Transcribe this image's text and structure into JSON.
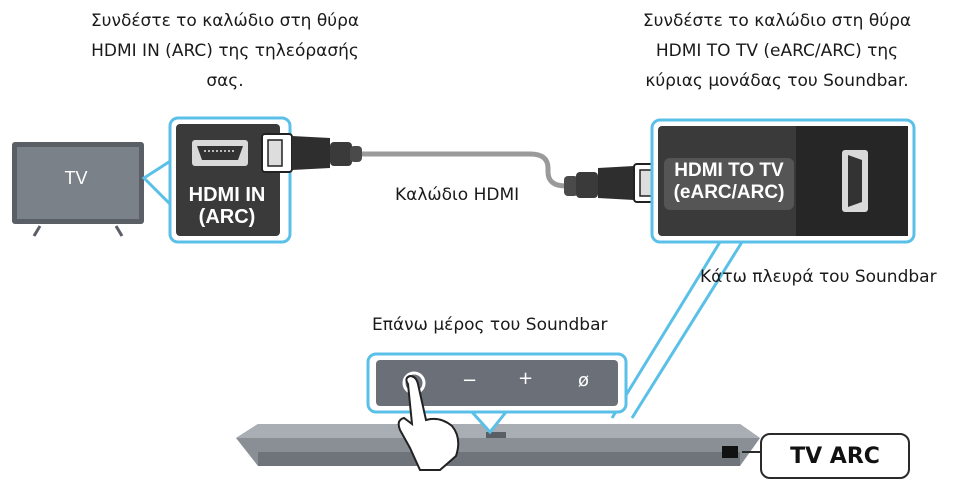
{
  "labels": {
    "tv_callout_line1": "Συνδέστε το καλώδιο στη θύρα",
    "tv_callout_line2": "HDMI IN (ARC) της τηλεόρασής",
    "tv_callout_line3": "σας.",
    "soundbar_callout_line1": "Συνδέστε το καλώδιο στη θύρα",
    "soundbar_callout_line2": "HDMI TO TV (eARC/ARC) της",
    "soundbar_callout_line3": "κύριας μονάδας του Soundbar.",
    "cable": "Καλώδιο HDMI",
    "soundbar_bottom": "Κάτω πλευρά του Soundbar",
    "soundbar_top": "Επάνω μέρος του Soundbar"
  },
  "tv": {
    "screen_text": "TV"
  },
  "ports": {
    "hdmi_in_line1": "HDMI IN",
    "hdmi_in_line2": "(ARC)",
    "hdmi_to_tv_line1": "HDMI TO TV",
    "hdmi_to_tv_line2": "(eARC/ARC)"
  },
  "buttons": {
    "power": "⏻",
    "minus": "−",
    "plus": "+",
    "mic": "ø"
  },
  "display": {
    "tv_arc": "TV ARC"
  },
  "colors": {
    "callout_blue": "#5bc0e8",
    "port_panel": "#3a3a3a",
    "tv_frame": "#5a5f66",
    "tv_screen": "#7b8189"
  }
}
